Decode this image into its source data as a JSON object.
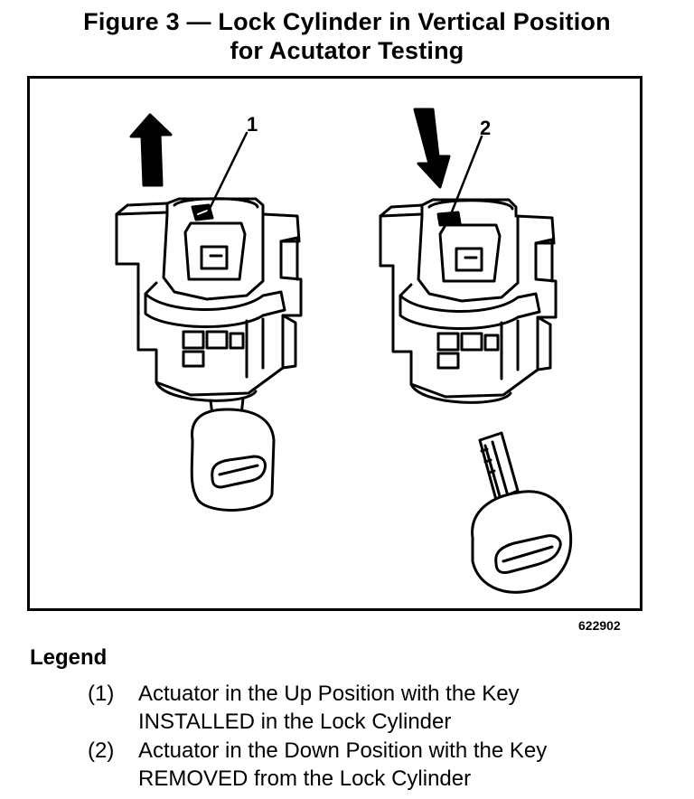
{
  "figure": {
    "title_line1": "Figure 3 — Lock Cylinder in Vertical Position",
    "title_line2": "for Acutator Testing",
    "callout_1": "1",
    "callout_2": "2",
    "figure_id": "622902"
  },
  "legend": {
    "title": "Legend",
    "items": [
      {
        "num": "(1)",
        "line1": "Actuator in the Up Position with the Key",
        "line2": "INSTALLED in the Lock Cylinder"
      },
      {
        "num": "(2)",
        "line1": "Actuator in the Down Position with the Key",
        "line2": "REMOVED from the Lock Cylinder"
      }
    ]
  }
}
